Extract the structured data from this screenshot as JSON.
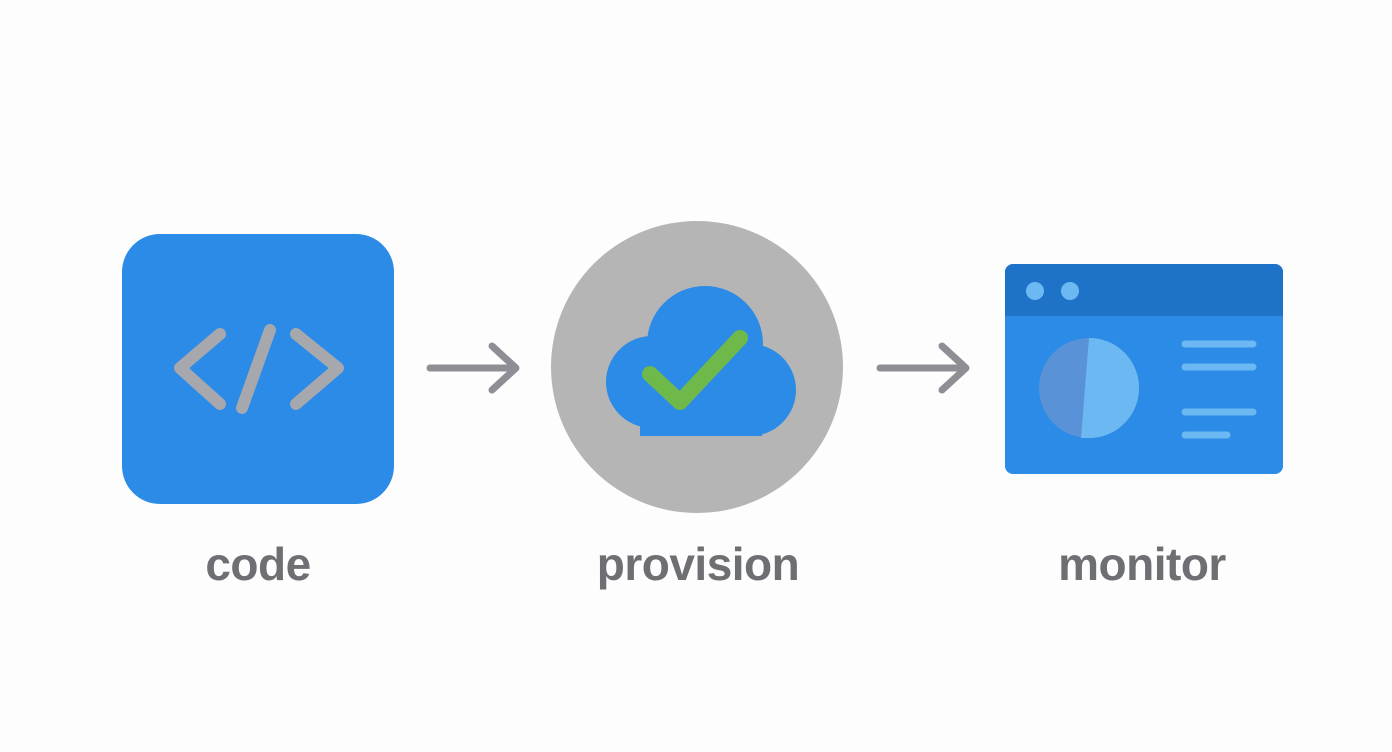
{
  "steps": [
    {
      "label": "code",
      "icon": "code-brackets-icon"
    },
    {
      "label": "provision",
      "icon": "cloud-check-icon"
    },
    {
      "label": "monitor",
      "icon": "dashboard-window-icon"
    }
  ],
  "colors": {
    "primary_blue": "#2B8BE6",
    "header_blue": "#1E72C8",
    "light_blue": "#6BB8F2",
    "muted_blue": "#5A92D8",
    "gray": "#B5B5B5",
    "check_green": "#6FB84A",
    "label_gray": "#6E6F73",
    "background": "#FDFDFD"
  }
}
